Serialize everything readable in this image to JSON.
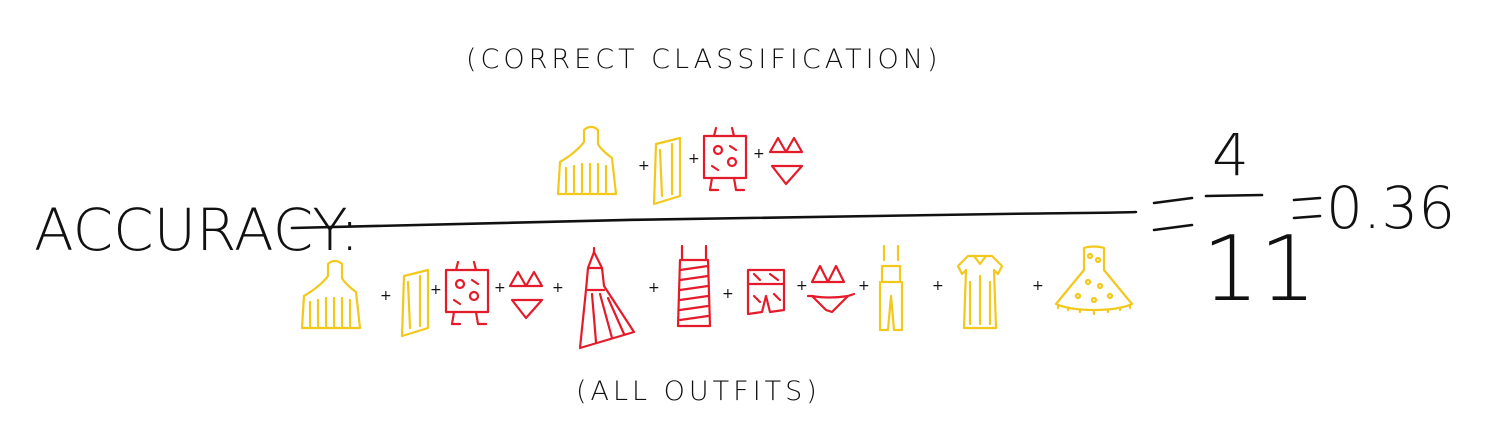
{
  "labels": {
    "metric": "ACCURACY:",
    "numerator_caption": "(CORRECT CLASSIFICATION)",
    "denominator_caption": "(ALL OUTFITS)",
    "fraction_numerator": "4",
    "fraction_denominator": "11",
    "result": "0.36",
    "equals": "=",
    "plus": "+"
  },
  "colors": {
    "correct": "#f2c81c",
    "incorrect": "#e41b2a",
    "ink": "#111111"
  },
  "numerator_outfits": [
    {
      "item": "dress",
      "color": "yellow"
    },
    {
      "item": "towel",
      "color": "yellow"
    },
    {
      "item": "robot-shirt",
      "color": "red"
    },
    {
      "item": "bikini",
      "color": "red"
    }
  ],
  "denominator_outfits": [
    {
      "item": "dress",
      "color": "yellow"
    },
    {
      "item": "towel",
      "color": "yellow"
    },
    {
      "item": "robot-shirt",
      "color": "red"
    },
    {
      "item": "bikini",
      "color": "red"
    },
    {
      "item": "long-dress",
      "color": "red"
    },
    {
      "item": "striped-dress",
      "color": "red"
    },
    {
      "item": "shorts",
      "color": "red"
    },
    {
      "item": "bikini-2",
      "color": "red"
    },
    {
      "item": "jumpsuit",
      "color": "yellow"
    },
    {
      "item": "shirt-dress",
      "color": "yellow"
    },
    {
      "item": "polka-dress",
      "color": "yellow"
    }
  ]
}
